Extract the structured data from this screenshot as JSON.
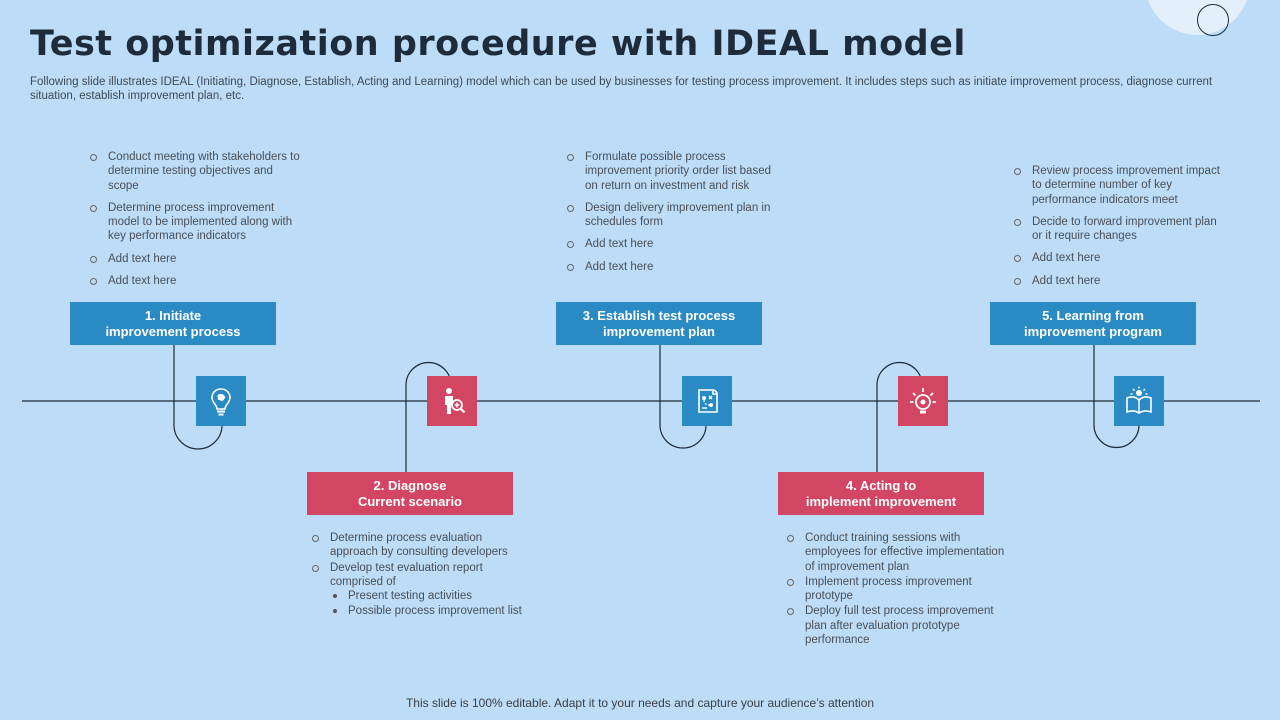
{
  "title": "Test optimization procedure with IDEAL model",
  "subtitle": "Following slide illustrates IDEAL (Initiating, Diagnose, Establish, Acting and Learning) model which can be used by businesses for testing process improvement. It includes steps such as initiate improvement process, diagnose current situation, establish improvement plan, etc.",
  "colors": {
    "blue": "#2a8bc4",
    "red": "#d24563",
    "background": "#bcdcf7"
  },
  "steps": [
    {
      "label": "1. Initiate\nimprovement process",
      "icon": "lightbulb-brain-icon",
      "bullets": [
        "Conduct meeting with stakeholders to determine testing objectives and scope",
        "Determine process improvement model to be implemented along with key performance indicators",
        "Add text here",
        "Add text here"
      ]
    },
    {
      "label": "2. Diagnose\nCurrent scenario",
      "icon": "person-search-icon",
      "bullets": [
        "Determine process evaluation approach by consulting developers",
        "Develop test evaluation report comprised of"
      ],
      "sub_bullets": [
        "Present testing activities",
        "Possible process improvement list"
      ]
    },
    {
      "label": "3. Establish  test process\nimprovement plan",
      "icon": "plan-document-icon",
      "bullets": [
        "Formulate possible process improvement priority order list based on return on investment and risk",
        "Design delivery improvement plan in schedules form",
        "Add text here",
        "Add text here"
      ]
    },
    {
      "label": "4. Acting to\nimplement improvement",
      "icon": "idea-gear-icon",
      "bullets": [
        "Conduct training sessions with employees for effective implementation of improvement plan",
        "Implement process improvement prototype",
        "Deploy full test process improvement plan after evaluation prototype performance"
      ]
    },
    {
      "label": "5. Learning from\nimprovement program",
      "icon": "open-book-learning-icon",
      "bullets": [
        "Review process improvement impact to determine number of key performance indicators meet",
        "Decide to forward improvement plan or it require changes",
        "Add text here",
        "Add text here"
      ]
    }
  ],
  "footer": "This slide is 100% editable. Adapt it to your needs and capture your audience’s attention"
}
